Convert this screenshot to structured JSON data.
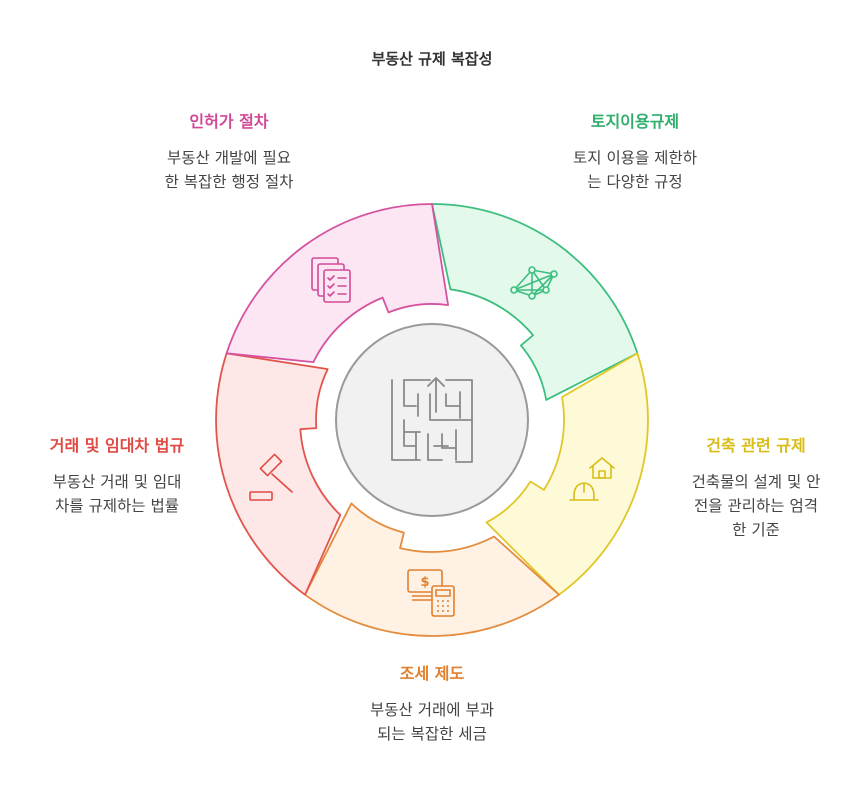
{
  "title": "부동산 규제 복잡성",
  "segments": [
    {
      "heading": "토지이용규제",
      "desc_lines": [
        "토지 이용을 제한하",
        "는 다양한 규정"
      ],
      "icon": "network-icon",
      "fill": "#e2f9ec",
      "stroke": "#3dbe7e",
      "text_color": "#2fae6d"
    },
    {
      "heading": "건축 관련 규제",
      "desc_lines": [
        "건축물의 설계 및 안",
        "전을 관리하는 엄격",
        "한 기준"
      ],
      "icon": "construction-house-icon",
      "fill": "#fefad7",
      "stroke": "#e0c728",
      "text_color": "#d8bd18"
    },
    {
      "heading": "조세 제도",
      "desc_lines": [
        "부동산 거래에 부과",
        "되는 복잡한 세금"
      ],
      "icon": "money-calculator-icon",
      "fill": "#fff1e3",
      "stroke": "#e48b3c",
      "text_color": "#e0802f"
    },
    {
      "heading": "거래 및 임대차 법규",
      "desc_lines": [
        "부동산 거래 및 임대",
        "차를 규제하는 법률"
      ],
      "icon": "gavel-icon",
      "fill": "#fde7e7",
      "stroke": "#e2554f",
      "text_color": "#e04a44"
    },
    {
      "heading": "인허가 절차",
      "desc_lines": [
        "부동산 개발에 필요",
        "한 복잡한 행정 절차"
      ],
      "icon": "checklist-documents-icon",
      "fill": "#fde6f3",
      "stroke": "#d6529f",
      "text_color": "#d14a98"
    }
  ],
  "center": {
    "icon": "maze-icon"
  }
}
